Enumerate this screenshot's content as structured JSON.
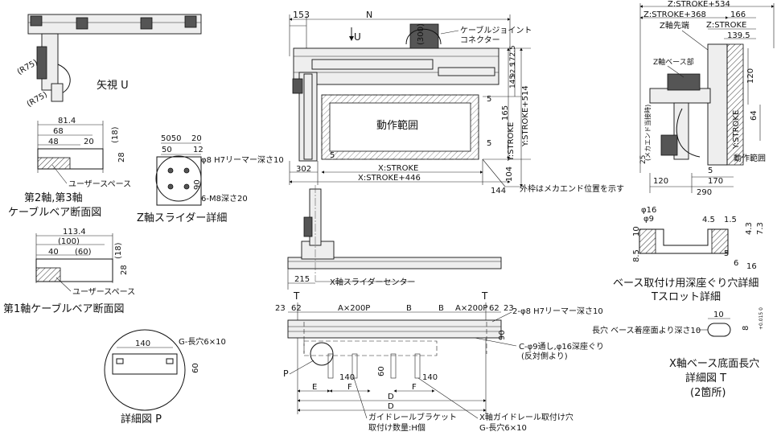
{
  "labels": {
    "n": "N",
    "u_arrow": "U",
    "d153": "153",
    "d300": "(300)",
    "cable_joint_1": "ケーブルジョイント",
    "cable_joint_2": "コネクター",
    "range": "動作範囲",
    "d302": "302",
    "x_stroke": "X:STROKE",
    "x_stroke446": "X:STROKE+446",
    "d144": "144",
    "d104": "104",
    "d5a": "5",
    "d5b": "5",
    "d5c": "5",
    "d165": "165",
    "d92_5": "92.5",
    "d145": "145",
    "d172_5": "172.5",
    "y_stroke": "Y:STROKE",
    "y_stroke514": "Y:STROKE+514",
    "outer_frame": "外枠はメカエンド位置を示す",
    "z_stroke534": "Z:STROKE+534",
    "z_stroke368": "Z:STROKE+368",
    "d166": "166",
    "z_stroke": "Z:STROKE",
    "z_tip": "Z軸先端",
    "d139_5": "139.5",
    "z_base": "Z軸ベース部",
    "d120r": "120",
    "d64": "64",
    "y_stroke_r": "Y:STROKE",
    "mecha_end": "(メカエンド当接時)",
    "d25": "25",
    "range2": "動作範囲",
    "d120b": "120",
    "d170": "170",
    "d290": "290",
    "d5r": "5",
    "view_u": "矢視 U",
    "r75a": "(R75)",
    "r75b": "(R75)",
    "s1_81_4": "81.4",
    "s1_68": "68",
    "s1_48": "48",
    "s1_20": "20",
    "s1_18": "(18)",
    "s1_28": "28",
    "user_space1": "ユーザースペース",
    "sec23_title1": "第2軸,第3軸",
    "sec23_title2": "ケーブルベア断面図",
    "zs_5050": "5050",
    "zs_20": "20",
    "zs_50": "50",
    "zs_12": "12",
    "zs_phi8": "φ8 H7リーマー深さ10",
    "zs_90": "90",
    "zs_m8": "6-M8深さ20",
    "zs_title": "Z軸スライダー詳細",
    "s2_113_4": "113.4",
    "s2_100": "(100)",
    "s2_40": "40",
    "s2_60": "(60)",
    "s2_18": "(18)",
    "s2_28": "28",
    "user_space2": "ユーザースペース",
    "sec1_title": "第1軸ケーブルベア断面図",
    "xs_215": "215",
    "xs_center": "X軸スライダーセンター",
    "tb_T1": "T",
    "tb_T2": "T",
    "tb_23a": "23",
    "tb_62a": "62",
    "tb_a200p": "A×200P",
    "tb_b1": "B",
    "tb_b2": "B",
    "tb_a200p2": "A×200P",
    "tb_62b": "62",
    "tb_23b": "23",
    "tb_phi8": "2-φ8 H7リーマー深さ10",
    "tb_90": "90",
    "tb_cphi9": "C-φ9通し,φ16深座ぐり",
    "tb_cphi9b": "(反対側より)",
    "tb_P": "P",
    "tb_140a": "140",
    "tb_60": "60",
    "tb_140b": "140",
    "tb_E": "E",
    "tb_F1": "F",
    "tb_F2": "F",
    "tb_D1": "D",
    "tb_D2": "D",
    "tb_guide1": "ガイドレールブラケット",
    "tb_guide2": "取付け数量:H個",
    "tb_xguide1": "X軸ガイドレール取付け穴",
    "tb_xguide2": "G-長穴6×10",
    "dp_140": "140",
    "dp_g": "G-長穴6×10",
    "dp_60": "60",
    "dp_title": "詳細図 P",
    "bt_phi16": "φ16",
    "bt_phi9": "φ9",
    "bt_10": "10",
    "bt_4_5": "4.5",
    "bt_1_5": "1.5",
    "bt_4_3": "4.3",
    "bt_7_3": "7.3",
    "bt_8_5": "8.5",
    "bt_5": "5",
    "bt_6": "6",
    "bt_16": "16",
    "bt_title1": "ベース取付け用深座ぐり穴詳細",
    "bt_title2": "Tスロット詳細",
    "xt_10": "10",
    "xt_8": "8",
    "xt_tol": "+0.015 0",
    "xt_slot": "長穴 ベース着座面より深さ10",
    "xt_title1": "X軸ベース底面長穴",
    "xt_title2": "詳細図 T",
    "xt_title3": "(2箇所)"
  }
}
